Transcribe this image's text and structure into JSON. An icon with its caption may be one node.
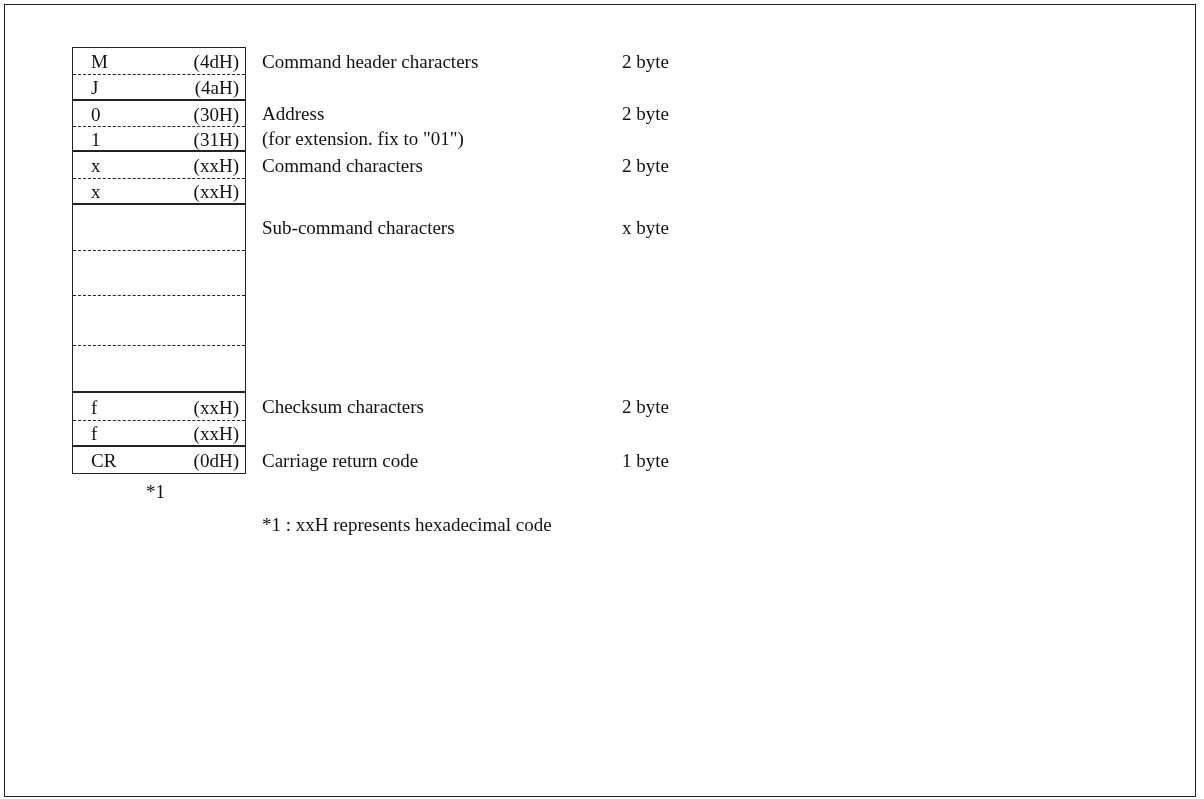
{
  "diagram": {
    "nodes": [
      {
        "text": [],
        "shape": "box"
      },
      {
        "text": [
          "M",
          "(4dH)"
        ],
        "in": 0
      },
      {
        "text": [
          "J",
          "(4aH)"
        ],
        "in": 0
      },
      {
        "text": [],
        "shape": "box"
      },
      {
        "text": [
          "0",
          "(30H)"
        ],
        "in": 3
      },
      {
        "text": [
          "1",
          "(31H)"
        ],
        "in": 3
      },
      {
        "text": [],
        "shape": "box"
      },
      {
        "text": [
          "x",
          "(xxH)"
        ],
        "in": 6
      },
      {
        "text": [
          "x",
          "(xxH)"
        ],
        "in": 6
      },
      {
        "text": [],
        "shape": "box"
      },
      {
        "text": [],
        "shape": "box",
        "in": 9
      },
      {
        "text": [],
        "shape": "box",
        "in": 9
      },
      {
        "text": [],
        "shape": "box",
        "in": 9
      },
      {
        "text": [],
        "shape": "box",
        "in": 9
      },
      {
        "text": [],
        "shape": "box"
      },
      {
        "text": [
          "f",
          "(xxH)"
        ],
        "in": 14
      },
      {
        "text": [
          "f",
          "(xxH)"
        ],
        "in": 14
      },
      {
        "text": [],
        "shape": "box"
      },
      {
        "text": [
          "CR",
          "(0dH)"
        ],
        "in": 17
      }
    ],
    "labels": [
      "Command header characters",
      "2 byte",
      "Address",
      "2 byte",
      "(for extension. fix to \"01\")",
      "Command characters",
      "2 byte",
      "Sub-command characters",
      "x byte",
      "Checksum characters",
      "2 byte",
      "Carriage return code",
      "1 byte",
      "*1",
      "*1 : xxH represents hexadecimal code"
    ]
  }
}
